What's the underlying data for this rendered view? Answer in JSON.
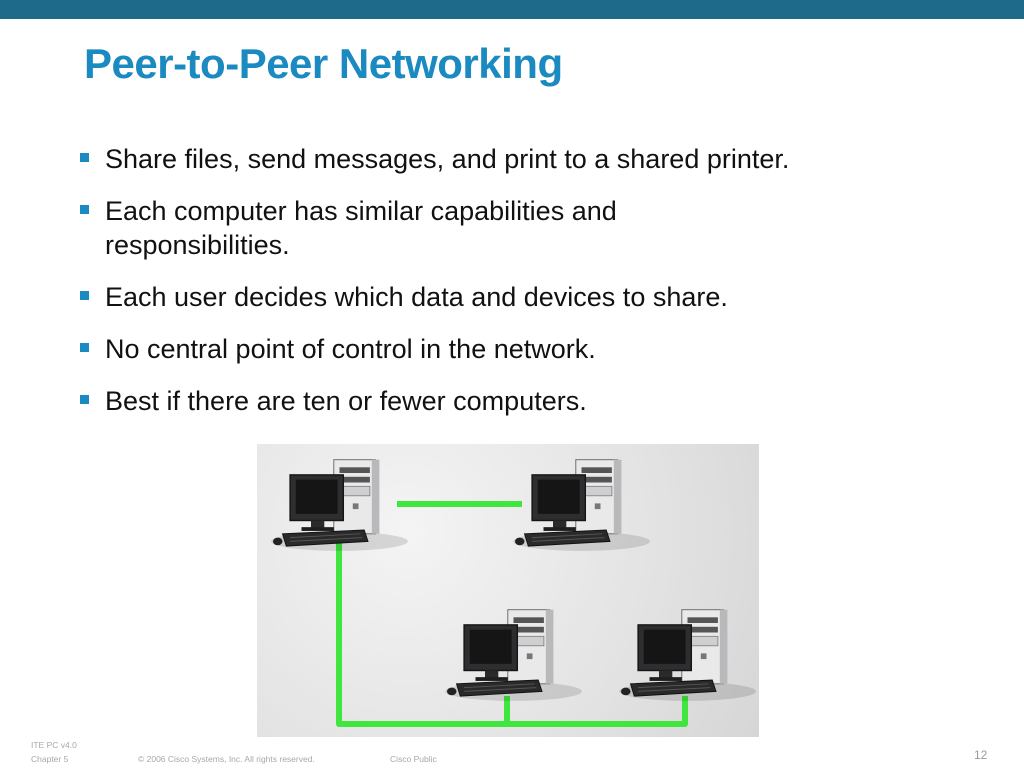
{
  "slide": {
    "title": "Peer-to-Peer Networking",
    "bullets": [
      "Share files, send messages, and print to a shared printer.",
      "Each computer has similar capabilities and responsibilities.",
      "Each user decides which data and devices to share.",
      "No central point of control in the network.",
      "Best if there are ten or fewer computers."
    ]
  },
  "footer": {
    "course": "ITE PC v4.0",
    "chapter": "Chapter 5",
    "copyright": "© 2006 Cisco Systems, Inc. All rights reserved.",
    "classification": "Cisco Public",
    "page_number": "12"
  },
  "colors": {
    "accent": "#1b8ac0",
    "top_bar": "#1d6a8a",
    "network_cable": "#3ee63e"
  },
  "figure": {
    "icons": [
      "computer-icon",
      "computer-icon",
      "computer-icon",
      "computer-icon"
    ]
  }
}
